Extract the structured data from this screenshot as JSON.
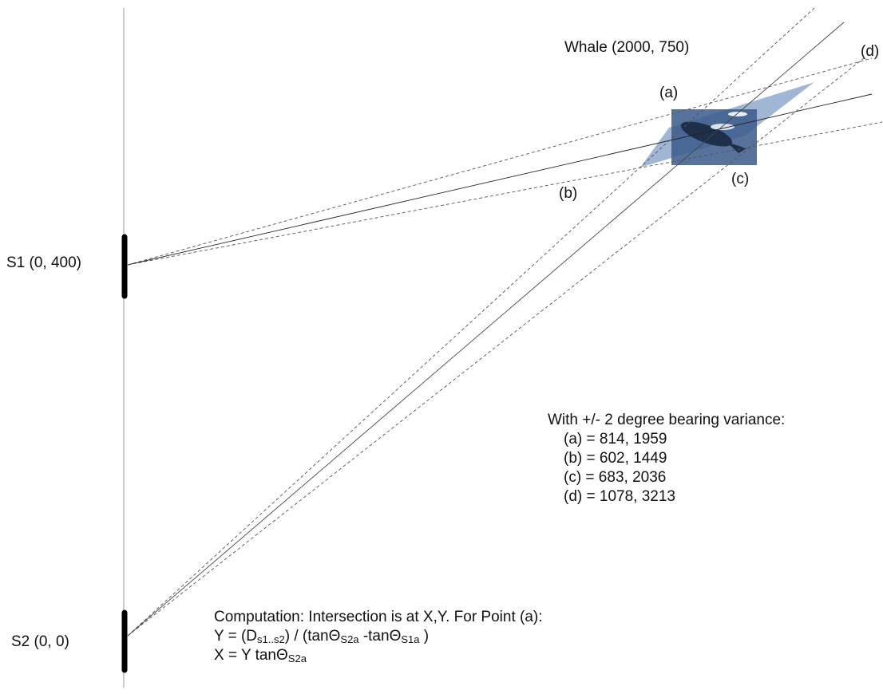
{
  "sensors": {
    "s1_label": "S1 (0, 400)",
    "s2_label": "S2 (0, 0)"
  },
  "whale": {
    "label": "Whale (2000, 750)"
  },
  "points": {
    "a": "(a)",
    "b": "(b)",
    "c": "(c)",
    "d": "(d)"
  },
  "variance": {
    "heading": "With +/- 2 degree bearing variance:",
    "rows": [
      "(a) = 814, 1959",
      "(b) = 602, 1449",
      "(c) = 683, 2036",
      "(d) = 1078, 3213"
    ]
  },
  "computation": {
    "line1": "Computation: Intersection is at X,Y.  For Point (a):",
    "line2_prefix": "Y = (D",
    "line2_sub1": "s1..s2",
    "line2_mid": ") / (tanΘ",
    "line2_sub2": "S2a",
    "line2_mid2": " -tanΘ",
    "line2_sub3": "S1a",
    "line2_suffix": " )",
    "line3_prefix": "X = Y tanΘ",
    "line3_sub": "S2a"
  },
  "colors": {
    "region_fill": "#6f8fbf",
    "whale_box": "#3b5a8a",
    "axis_line": "#9a9a9a",
    "sensor_bar": "#000000"
  }
}
